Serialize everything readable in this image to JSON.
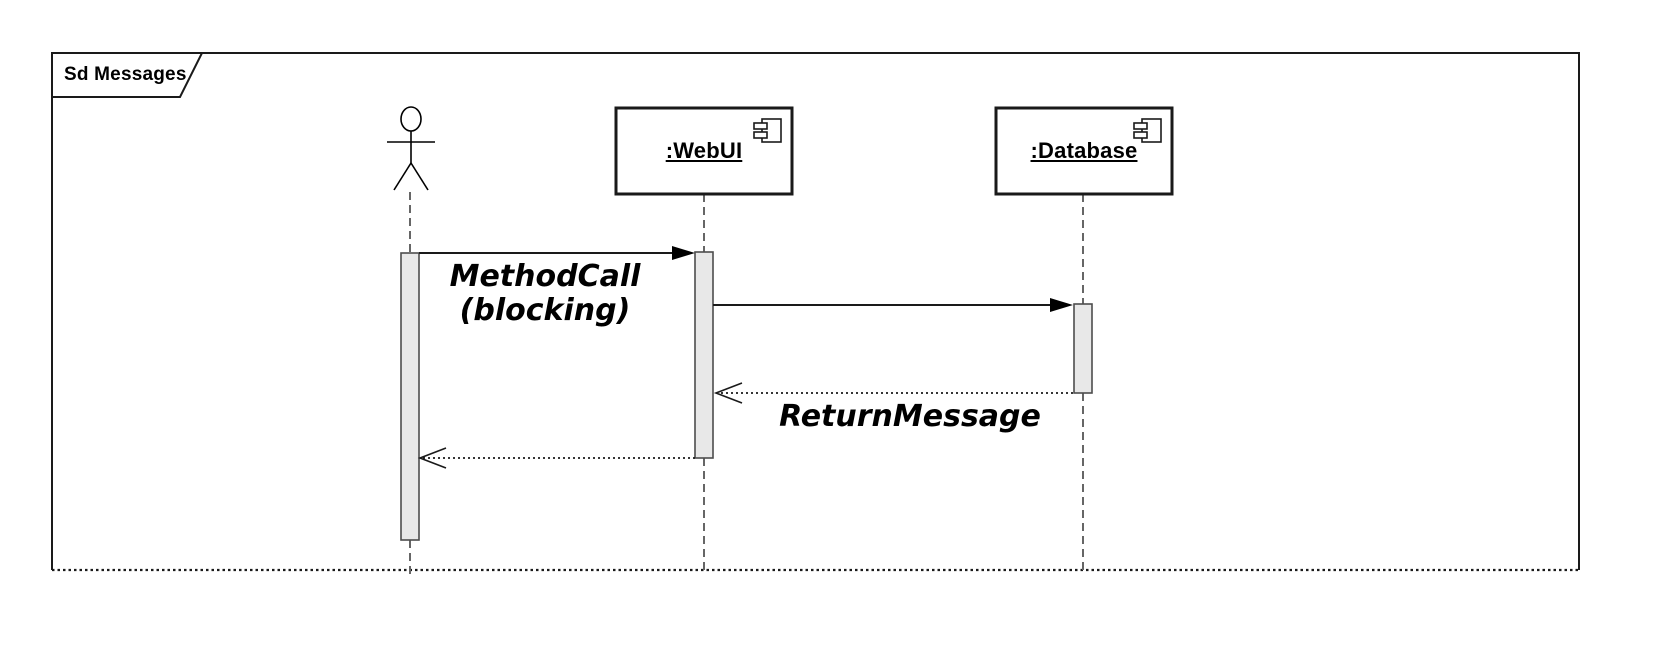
{
  "diagram": {
    "type": "uml-sequence-diagram",
    "frame_title": "Sd Messages",
    "lifelines": [
      {
        "id": "user",
        "kind": "actor",
        "label": "",
        "icon": "actor-stick-figure-icon"
      },
      {
        "id": "webui",
        "kind": "component",
        "label": ":WebUI",
        "icon": "component-icon"
      },
      {
        "id": "database",
        "kind": "component",
        "label": ":Database",
        "icon": "component-icon"
      }
    ],
    "messages": [
      {
        "from": "user",
        "to": "webui",
        "label": "MethodCall\n(blocking)",
        "style": "synchronous-call",
        "line": "solid",
        "arrowhead": "filled"
      },
      {
        "from": "webui",
        "to": "database",
        "label": "",
        "style": "synchronous-call",
        "line": "solid",
        "arrowhead": "filled"
      },
      {
        "from": "database",
        "to": "webui",
        "label": "ReturnMessage",
        "style": "return",
        "line": "dotted",
        "arrowhead": "open"
      },
      {
        "from": "webui",
        "to": "user",
        "label": "",
        "style": "return",
        "line": "dotted",
        "arrowhead": "open"
      }
    ],
    "colors": {
      "background": "#ffffff",
      "stroke": "#000000",
      "frame_border": "#1a1a1a",
      "lifeline_dash": "#666666",
      "activation_fill": "#e8e8e8",
      "activation_border": "#4d4d4d"
    }
  }
}
